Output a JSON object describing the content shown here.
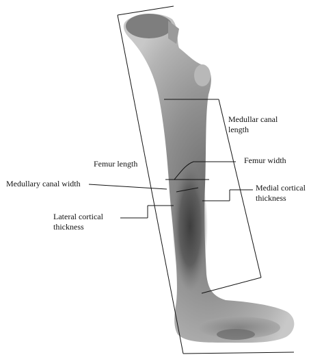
{
  "figure": {
    "labels": {
      "femur_length": "Femur length",
      "medullar_canal_length_line1": "Medullar canal",
      "medullar_canal_length_line2": "length",
      "femur_width": "Femur width",
      "medullary_canal_width": "Medullary canal width",
      "medial_cortical_thickness_line1": "Medial cortical",
      "medial_cortical_thickness_line2": "thickness",
      "lateral_cortical_thickness_line1": "Lateral cortical",
      "lateral_cortical_thickness_line2": "thickness"
    }
  }
}
